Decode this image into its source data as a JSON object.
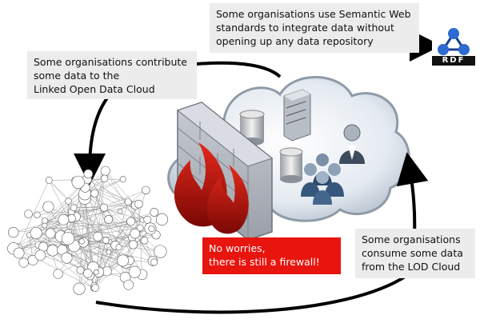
{
  "callouts": {
    "semantic_web": "Some organisations use Semantic Web\nstandards to integrate data without\nopening up any data repository",
    "contribute": "Some organisations contribute\nsome data to the\nLinked Open Data Cloud",
    "consume": "Some organisations\nconsume some data\nfrom the LOD Cloud"
  },
  "warning": "No worries,\nthere is still a firewall!",
  "rdf_logo_text": "RDF",
  "colors": {
    "callout_bg": "#ececec",
    "warning_bg": "#e8140e",
    "cloud_fill": "#dfe6ee",
    "flame": "#b0100c"
  }
}
